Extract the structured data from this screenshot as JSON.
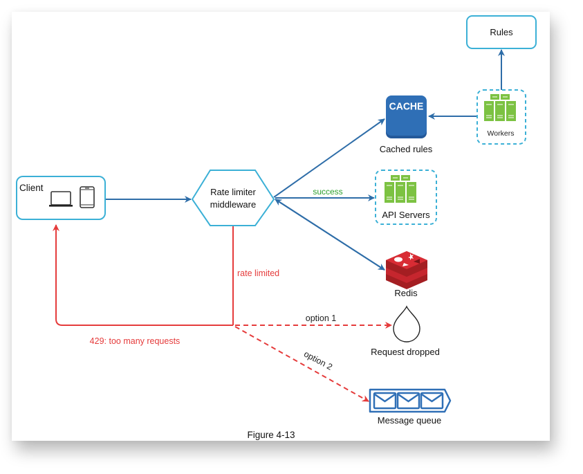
{
  "figure": {
    "caption": "Figure 4-13"
  },
  "nodes": {
    "client": {
      "label": "Client",
      "icons": [
        "laptop-icon",
        "mobile-phone-icon"
      ]
    },
    "rate_limiter": {
      "label_line1": "Rate limiter",
      "label_line2": "middleware"
    },
    "cache": {
      "icon_text": "CACHE",
      "label": "Cached rules"
    },
    "rules": {
      "label": "Rules"
    },
    "workers": {
      "label": "Workers",
      "icon": "server-rack-icon"
    },
    "api_servers": {
      "label": "API Servers",
      "icon": "server-rack-icon"
    },
    "redis": {
      "label": "Redis",
      "icon": "redis-icon"
    },
    "request_dropped": {
      "label": "Request dropped",
      "icon": "drop-icon"
    },
    "message_queue": {
      "label": "Message queue",
      "icon": "message-queue-icon"
    }
  },
  "edges": {
    "success": "success",
    "rate_limited": "rate limited",
    "too_many_requests": "429: too many requests",
    "option1": "option 1",
    "option2": "option 2"
  },
  "colors": {
    "node_border": "#3bb0d6",
    "arrow_blue": "#2e6da8",
    "error_red": "#e53b3b",
    "success_green": "#2ca02c",
    "server_green": "#7cc242",
    "cache_blue": "#2f6fb6",
    "redis_red": "#c6262e"
  }
}
